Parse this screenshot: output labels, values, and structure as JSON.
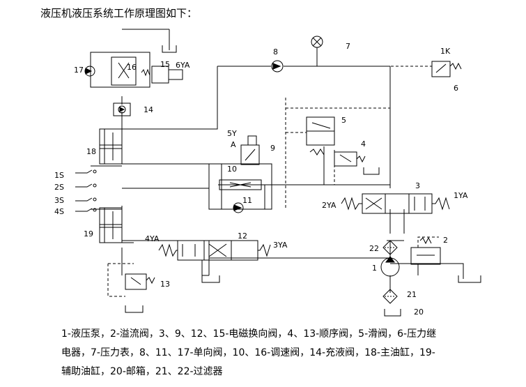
{
  "title": "液压机液压系统工作原理图如下：",
  "labels": {
    "n1": "1",
    "n2": "2",
    "n3": "3",
    "n4": "4",
    "n5": "5",
    "n6": "6",
    "n7": "7",
    "n8": "8",
    "n9": "9",
    "n10": "10",
    "n11": "11",
    "n12": "12",
    "n13": "13",
    "n14": "14",
    "n15": "15",
    "n16": "16",
    "n17": "17",
    "n18": "18",
    "n19": "19",
    "n20": "20",
    "n21": "21",
    "n22": "22",
    "k1": "1K",
    "ya1": "1YA",
    "ya2": "2YA",
    "ya3": "3YA",
    "ya4": "4YA",
    "ya5_top": "5Y",
    "ya5_bottom": "A",
    "ya6": "6YA",
    "s1": "1S",
    "s2": "2S",
    "s3": "3S",
    "s4": "4S"
  },
  "legend": [
    "1-液压泵，2-溢流阀，3、9、12、15-电磁换向阀，4、13-顺序阀，5-滑阀，6-压力继",
    "电器，7-压力表，8、11、17-单向阀，10、16-调速阀，14-充液阀，18-主油缸，19-",
    "辅助油缸，20-邮箱，21、22-过滤器"
  ]
}
